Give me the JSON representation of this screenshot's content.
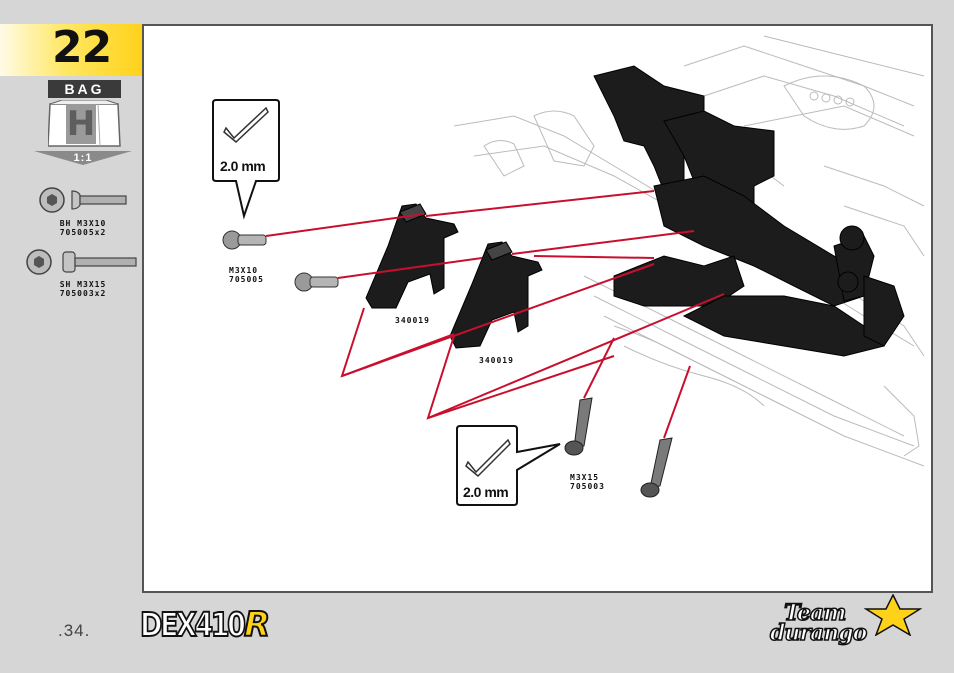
{
  "step": {
    "number": "22"
  },
  "bag": {
    "label": "BAG",
    "letter": "H",
    "scale": "1:1"
  },
  "hardware": [
    {
      "name_line1": "BH M3X10",
      "name_line2": "705005x2"
    },
    {
      "name_line1": "SH M3X15",
      "name_line2": "705003x2"
    }
  ],
  "callouts": {
    "screw_top": {
      "line1": "M3X10",
      "line2": "705005"
    },
    "screw_bottom": {
      "line1": "M3X15",
      "line2": "705003"
    },
    "part_a": "340019",
    "part_b": "340019"
  },
  "tools": {
    "top": "2.0 mm",
    "bottom": "2.0 mm"
  },
  "footer": {
    "page": ".34.",
    "product": "DEX410",
    "product_suffix": "R",
    "brand_line1": "Team",
    "brand_line2": "durango"
  },
  "colors": {
    "accent_yellow": "#ffd21a",
    "callout_red": "#c8102e"
  }
}
